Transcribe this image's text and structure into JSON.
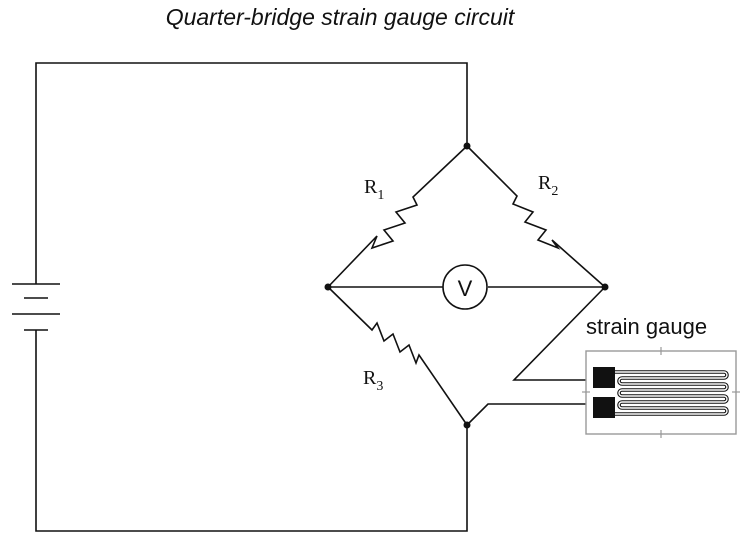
{
  "title": "Quarter-bridge strain gauge circuit",
  "labels": {
    "r1": {
      "main": "R",
      "sub": "1"
    },
    "r2": {
      "main": "R",
      "sub": "2"
    },
    "r3": {
      "main": "R",
      "sub": "3"
    },
    "voltmeter": "V",
    "strain_gauge": "strain gauge"
  }
}
